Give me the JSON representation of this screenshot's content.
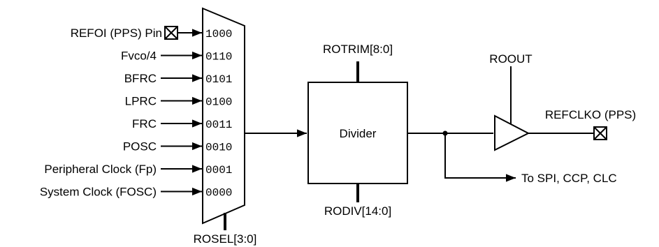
{
  "mux": {
    "inputs": [
      {
        "label": "REFOI (PPS) Pin",
        "code": "1000"
      },
      {
        "label": "Fvco/4",
        "code": "0110"
      },
      {
        "label": "BFRC",
        "code": "0101"
      },
      {
        "label": "LPRC",
        "code": "0100"
      },
      {
        "label": "FRC",
        "code": "0011"
      },
      {
        "label": "POSC",
        "code": "0010"
      },
      {
        "label": "Peripheral Clock (Fp)",
        "code": "0001"
      },
      {
        "label": "System Clock (FOSC)",
        "code": "0000"
      }
    ],
    "select_label": "ROSEL[3:0]"
  },
  "divider": {
    "label": "Divider",
    "trim_label": "ROTRIM[8:0]",
    "div_label": "RODIV[14:0]"
  },
  "buffer": {
    "enable_label": "ROOUT",
    "output_label": "REFCLKO (PPS)"
  },
  "branch_label": "To SPI, CCP, CLC"
}
